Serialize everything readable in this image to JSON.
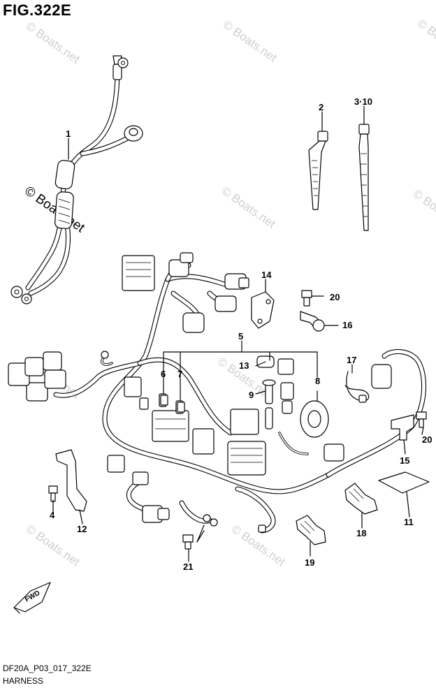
{
  "figure": {
    "title": "FIG.322E",
    "code": "DF20A_P03_017_322E",
    "name": "HARNESS"
  },
  "watermark": {
    "text": "© Boats.net"
  },
  "fwd_label": "FWD",
  "callouts": [
    {
      "id": "c1",
      "label": "1"
    },
    {
      "id": "c2",
      "label": "2"
    },
    {
      "id": "c3",
      "label": "3·10"
    },
    {
      "id": "c4",
      "label": "4"
    },
    {
      "id": "c5",
      "label": "5"
    },
    {
      "id": "c6",
      "label": "6"
    },
    {
      "id": "c7",
      "label": "7"
    },
    {
      "id": "c8",
      "label": "8"
    },
    {
      "id": "c9",
      "label": "9"
    },
    {
      "id": "c11",
      "label": "11"
    },
    {
      "id": "c12",
      "label": "12"
    },
    {
      "id": "c13",
      "label": "13"
    },
    {
      "id": "c14",
      "label": "14"
    },
    {
      "id": "c15",
      "label": "15"
    },
    {
      "id": "c16",
      "label": "16"
    },
    {
      "id": "c17",
      "label": "17"
    },
    {
      "id": "c18",
      "label": "18"
    },
    {
      "id": "c19",
      "label": "19"
    },
    {
      "id": "c20a",
      "label": "20"
    },
    {
      "id": "c20b",
      "label": "20"
    },
    {
      "id": "c21",
      "label": "21"
    }
  ]
}
